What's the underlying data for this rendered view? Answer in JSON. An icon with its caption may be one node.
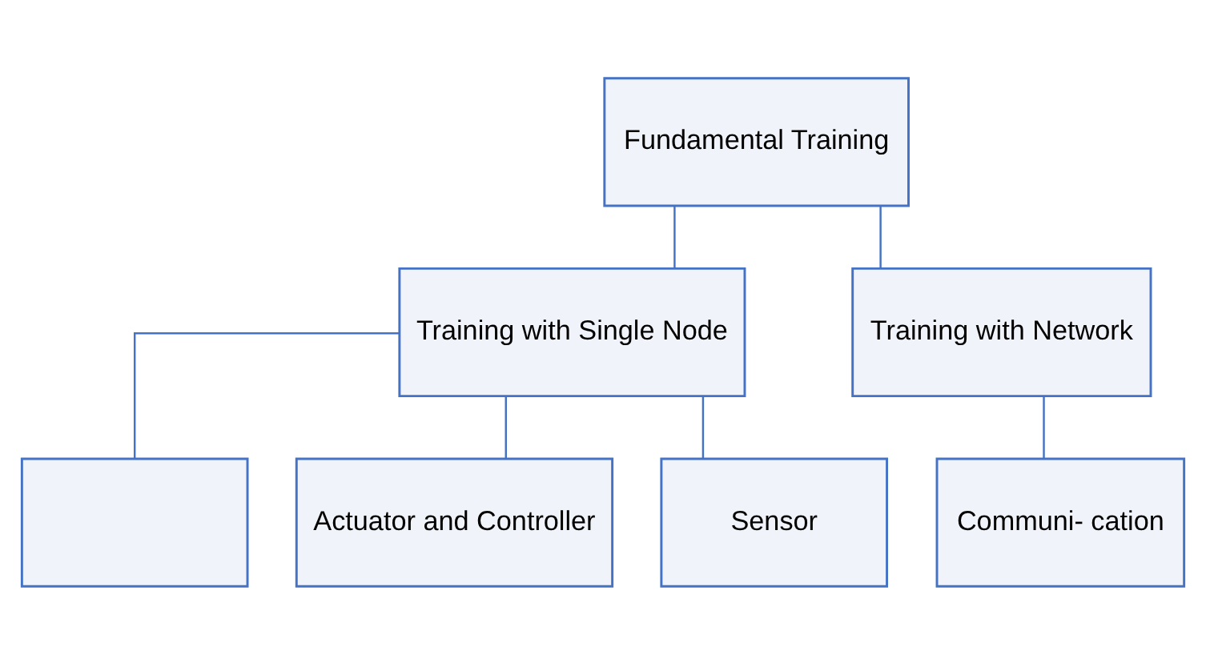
{
  "diagram": {
    "nodes": [
      {
        "text": [
          "Fundamental Training"
        ]
      },
      {
        "text": [
          "Training with Single Node"
        ]
      },
      {
        "text": [
          "Training with Network"
        ]
      },
      {
        "text": [],
        "shape": "box"
      },
      {
        "text": [
          "Actuator and Controller"
        ]
      },
      {
        "text": [
          "Sensor"
        ]
      },
      {
        "text": [
          "Communi- cation"
        ]
      }
    ],
    "edges": [
      {
        "from": 0,
        "to": 1,
        "arrow": "none"
      },
      {
        "from": 0,
        "to": 2,
        "arrow": "none"
      },
      {
        "from": 1,
        "to": 3,
        "arrow": "none"
      },
      {
        "from": 1,
        "to": 4,
        "arrow": "none"
      },
      {
        "from": 1,
        "to": 5,
        "arrow": "none"
      },
      {
        "from": 2,
        "to": 6,
        "arrow": "none"
      }
    ]
  }
}
